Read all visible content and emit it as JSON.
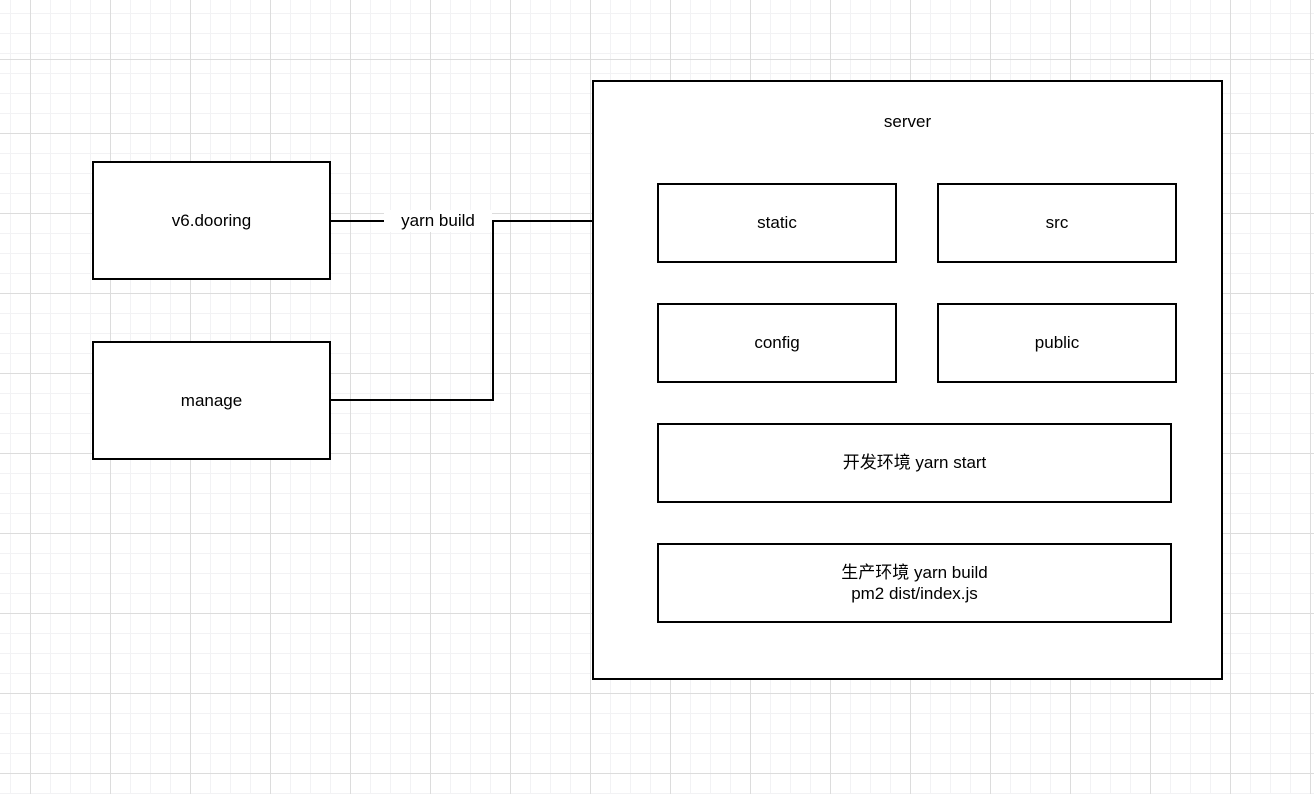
{
  "diagram": {
    "nodes": {
      "v6_dooring": {
        "label": "v6.dooring"
      },
      "manage": {
        "label": "manage"
      },
      "server": {
        "label": "server"
      },
      "static": {
        "label": "static"
      },
      "src": {
        "label": "src"
      },
      "config": {
        "label": "config"
      },
      "public": {
        "label": "public"
      },
      "dev_env": {
        "label": "开发环境 yarn start"
      },
      "prod_env": {
        "label_line1": "生产环境 yarn build",
        "label_line2": "pm2 dist/index.js"
      }
    },
    "edges": {
      "build_arrow": {
        "label": "yarn build"
      }
    },
    "colors": {
      "stroke": "#000000",
      "node_fill": "#ffffff",
      "canvas": "#ffffff",
      "grid_minor": "#f2f2f4",
      "grid_major": "#dcdcdc"
    }
  }
}
